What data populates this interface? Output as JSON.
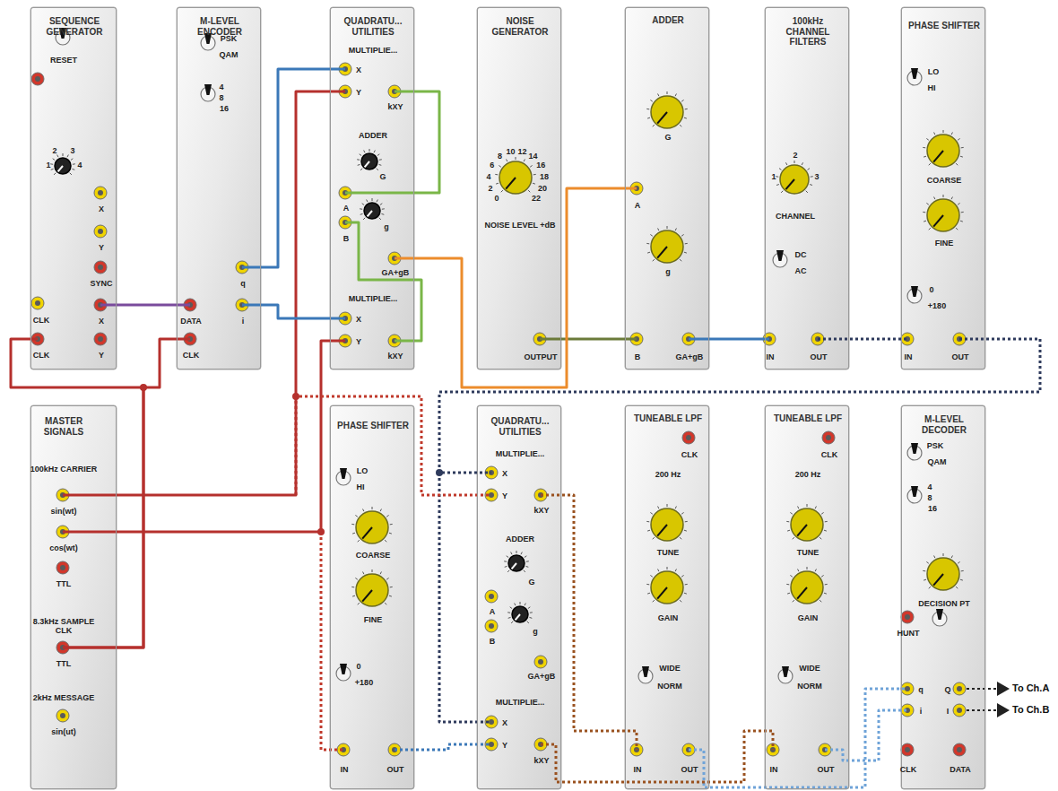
{
  "diagram": {
    "nodes": [
      {
        "text": [
          "SEQUENCE GENERATOR",
          "RESET",
          "1",
          "2",
          "3",
          "4",
          "X",
          "Y",
          "SYNC",
          "CLK",
          "X",
          "CLK",
          "Y"
        ]
      },
      {
        "text": [
          "M-LEVEL ENCODER",
          "PSK",
          "QAM",
          "4",
          "8",
          "16",
          "q",
          "i",
          "DATA",
          "CLK"
        ]
      },
      {
        "text": [
          "QUADRATU... UTILITIES",
          "MULTIPLIE...",
          "X",
          "Y",
          "kXY",
          "ADDER",
          "G",
          "A",
          "g",
          "B",
          "GA+gB",
          "MULTIPLIE...",
          "X",
          "Y",
          "kXY"
        ]
      },
      {
        "text": [
          "NOISE GENERATOR",
          "0",
          "2",
          "4",
          "6",
          "8",
          "10",
          "12",
          "14",
          "16",
          "18",
          "20",
          "22",
          "NOISE LEVEL +dB",
          "OUTPUT"
        ]
      },
      {
        "text": [
          "ADDER",
          "G",
          "A",
          "g",
          "B",
          "GA+gB"
        ]
      },
      {
        "text": [
          "100kHz CHANNEL FILTERS",
          "1",
          "2",
          "3",
          "CHANNEL",
          "DC",
          "AC",
          "IN",
          "OUT"
        ]
      },
      {
        "text": [
          "PHASE SHIFTER",
          "LO",
          "HI",
          "COARSE",
          "FINE",
          "0",
          "+180",
          "IN",
          "OUT"
        ]
      },
      {
        "text": [
          "MASTER SIGNALS",
          "100kHz CARRIER",
          "sin(wt)",
          "cos(wt)",
          "TTL",
          "8.3kHz SAMPLE CLK",
          "TTL",
          "2kHz MESSAGE",
          "sin(ut)"
        ]
      },
      {
        "text": [
          "PHASE SHIFTER",
          "LO",
          "HI",
          "COARSE",
          "FINE",
          "0",
          "+180",
          "IN",
          "OUT"
        ]
      },
      {
        "text": [
          "QUADRATU... UTILITIES",
          "MULTIPLIE...",
          "X",
          "Y",
          "kXY",
          "ADDER",
          "G",
          "A",
          "g",
          "B",
          "GA+gB",
          "MULTIPLIE...",
          "X",
          "Y",
          "kXY"
        ]
      },
      {
        "text": [
          "TUNEABLE LPF",
          "CLK",
          "200 Hz",
          "TUNE",
          "GAIN",
          "WIDE",
          "NORM",
          "IN",
          "OUT"
        ]
      },
      {
        "text": [
          "TUNEABLE LPF",
          "CLK",
          "200 Hz",
          "TUNE",
          "GAIN",
          "WIDE",
          "NORM",
          "IN",
          "OUT"
        ]
      },
      {
        "text": [
          "M-LEVEL DECODER",
          "PSK",
          "QAM",
          "4",
          "8",
          "16",
          "DECISION PT",
          "HUNT",
          "q",
          "i",
          "Q",
          "I",
          "CLK",
          "DATA"
        ]
      }
    ],
    "edges": [
      {
        "from": 0,
        "to": 1,
        "arrow": "none"
      },
      {
        "from": 7,
        "to": 0,
        "arrow": "none"
      },
      {
        "from": 7,
        "to": 1,
        "arrow": "none"
      },
      {
        "from": 1,
        "to": 2,
        "arrow": "none"
      },
      {
        "from": 1,
        "to": 2,
        "arrow": "none"
      },
      {
        "from": 7,
        "to": 2,
        "arrow": "none"
      },
      {
        "from": 7,
        "to": 9,
        "arrow": "none"
      },
      {
        "from": 7,
        "to": 2,
        "arrow": "none"
      },
      {
        "from": 7,
        "to": 8,
        "arrow": "none"
      },
      {
        "from": 2,
        "to": 4,
        "arrow": "none"
      },
      {
        "from": 3,
        "to": 4,
        "arrow": "none"
      },
      {
        "from": 4,
        "to": 5,
        "arrow": "none"
      },
      {
        "from": 5,
        "to": 6,
        "arrow": "none"
      },
      {
        "from": 6,
        "to": 9,
        "arrow": "none"
      },
      {
        "from": 6,
        "to": 9,
        "arrow": "none"
      },
      {
        "from": 8,
        "to": 9,
        "arrow": "none"
      },
      {
        "from": 9,
        "to": 10,
        "arrow": "none"
      },
      {
        "from": 9,
        "to": 11,
        "arrow": "none"
      },
      {
        "from": 10,
        "to": 12,
        "arrow": "none"
      },
      {
        "from": 11,
        "to": 12,
        "arrow": "none"
      }
    ],
    "labels": [
      "To Ch.A",
      "To Ch.B"
    ]
  }
}
